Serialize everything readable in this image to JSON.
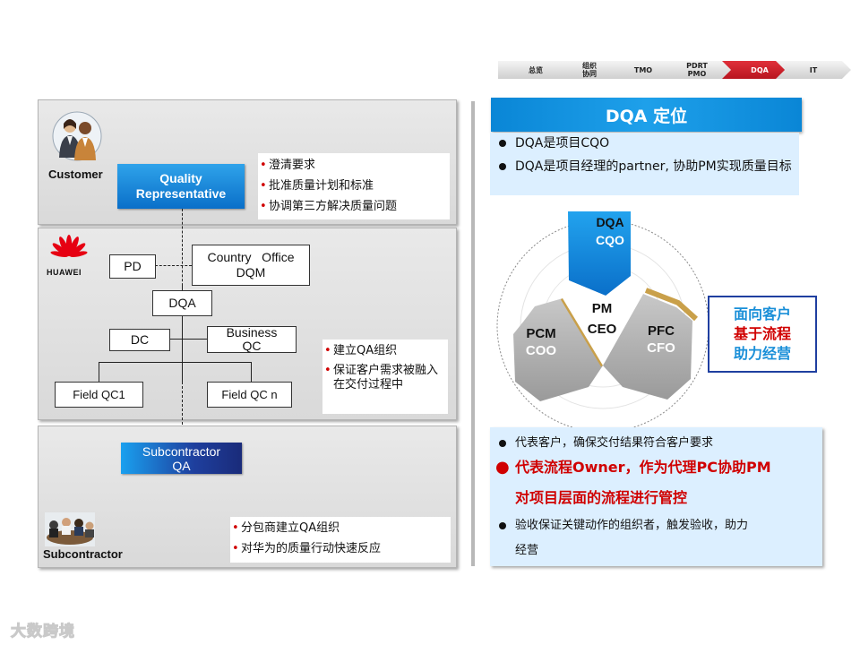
{
  "nav": {
    "steps": [
      {
        "label": "总览",
        "active": false
      },
      {
        "label": "组织\n协同",
        "active": false
      },
      {
        "label": "TMO",
        "active": false
      },
      {
        "label": "PDRT\nPMO",
        "active": false
      },
      {
        "label": "DQA",
        "active": true
      },
      {
        "label": "IT",
        "active": false
      }
    ]
  },
  "left": {
    "customer": {
      "label": "Customer",
      "qr_box": {
        "line1": "Quality",
        "line2": "Representative"
      },
      "bullets": [
        "澄清要求",
        "批准质量计划和标准",
        "协调第三方解决质量问题"
      ]
    },
    "huawei": {
      "logo_text": "HUAWEI",
      "pd": "PD",
      "country_office": {
        "line1": "Country   Office",
        "line2": "DQM"
      },
      "dqa": "DQA",
      "dc": "DC",
      "business_qc": {
        "line1": "Business",
        "line2": "QC"
      },
      "field_qc1": "Field QC1",
      "field_qcn": "Field QC n",
      "bullets": [
        "建立QA组织",
        "保证客户需求被融入在交付过程中"
      ]
    },
    "subcontractor": {
      "label": "Subcontractor",
      "qa_box": {
        "line1": "Subcontractor",
        "line2": "QA"
      },
      "bullets": [
        "分包商建立QA组织",
        "对华为的质量行动快速反应"
      ]
    }
  },
  "right": {
    "title": "DQA 定位",
    "top_bullets": [
      "DQA是项目CQO",
      "DQA是项目经理的partner, 协助PM实现质量目标"
    ],
    "diagram": {
      "dqa": {
        "line1": "DQA",
        "line2": "CQO"
      },
      "pm": {
        "line1": "PM",
        "line2": "CEO"
      },
      "pcm": {
        "line1": "PCM",
        "line2": "COO"
      },
      "pfc": {
        "line1": "PFC",
        "line2": "CFO"
      }
    },
    "side_box": {
      "line1": "面向客户",
      "line2": "基于流程",
      "line3": "助力经营"
    },
    "bottom_bullets": {
      "b1": "代表客户，确保交付结果符合客户要求",
      "b2_line1": "代表流程Owner，作为代理PC协助PM",
      "b2_line2": "对项目层面的流程进行管控",
      "b3_line1": "验收保证关键动作的组织者，触发验收，助力",
      "b3_line2": "经营"
    }
  },
  "watermark": "大数跨境",
  "colors": {
    "accent_blue": "#0a6fc9",
    "accent_red": "#d00000",
    "navy": "#1f3fa0",
    "gold": "#c9a04a"
  }
}
